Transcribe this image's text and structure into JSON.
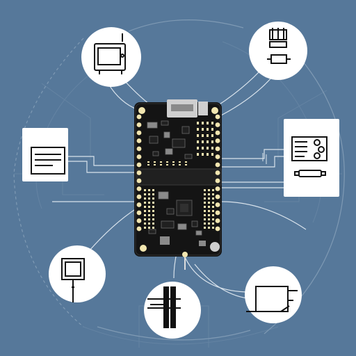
{
  "colors": {
    "background": "#56789A",
    "ring": "#7F9AB4",
    "circle_fill": "#FFFFFF",
    "icon_stroke": "#111111",
    "pcb": "#141414",
    "pcb_edge": "#2A2A2A",
    "pin": "#F2E6B0",
    "pin_hole": "#3A2E10",
    "wire": "#D9E3EC",
    "usb_port": "#CFCFCF",
    "component_light": "#8A8A8A",
    "component_dark": "#202020"
  },
  "scene": {
    "type": "illustration",
    "subject": "development-board-with-peripherals"
  },
  "peripherals": [
    {
      "name": "display-monitor",
      "icon": "monitor-icon",
      "shape": "circle"
    },
    {
      "name": "connector-plug",
      "icon": "connector-icon",
      "shape": "circle"
    },
    {
      "name": "data-module",
      "icon": "module-icon",
      "shape": "square"
    },
    {
      "name": "card-panel",
      "icon": "card-icon",
      "shape": "square"
    },
    {
      "name": "small-display",
      "icon": "small-display-icon",
      "shape": "circle"
    },
    {
      "name": "cable-bundle",
      "icon": "cable-icon",
      "shape": "circle"
    },
    {
      "name": "tablet-screen",
      "icon": "tablet-icon",
      "shape": "circle"
    }
  ]
}
